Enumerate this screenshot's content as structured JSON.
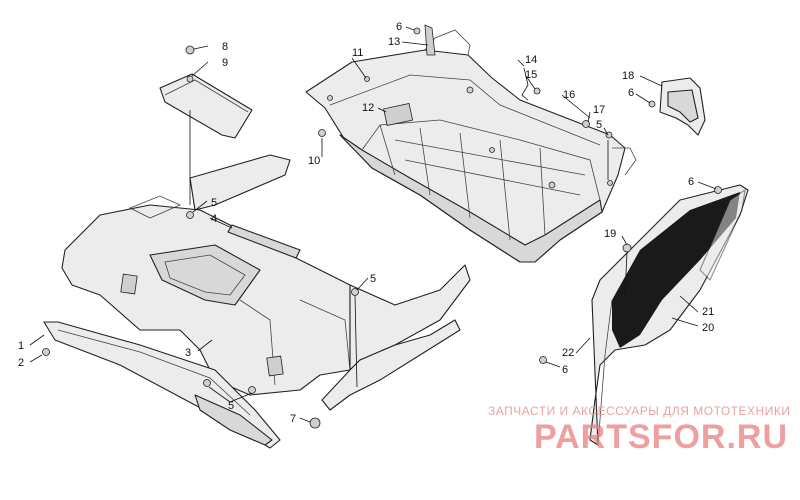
{
  "callouts": [
    {
      "id": "c1",
      "text": "1"
    },
    {
      "id": "c2",
      "text": "2"
    },
    {
      "id": "c3",
      "text": "3"
    },
    {
      "id": "c4",
      "text": "4"
    },
    {
      "id": "c5a",
      "text": "5"
    },
    {
      "id": "c5b",
      "text": "5"
    },
    {
      "id": "c5c",
      "text": "5"
    },
    {
      "id": "c5d",
      "text": "5"
    },
    {
      "id": "c6a",
      "text": "6"
    },
    {
      "id": "c6b",
      "text": "6"
    },
    {
      "id": "c6c",
      "text": "6"
    },
    {
      "id": "c6d",
      "text": "6"
    },
    {
      "id": "c7",
      "text": "7"
    },
    {
      "id": "c8",
      "text": "8"
    },
    {
      "id": "c9",
      "text": "9"
    },
    {
      "id": "c10",
      "text": "10"
    },
    {
      "id": "c11",
      "text": "11"
    },
    {
      "id": "c12",
      "text": "12"
    },
    {
      "id": "c13",
      "text": "13"
    },
    {
      "id": "c14",
      "text": "14"
    },
    {
      "id": "c15",
      "text": "15"
    },
    {
      "id": "c16",
      "text": "16"
    },
    {
      "id": "c17",
      "text": "17"
    },
    {
      "id": "c18",
      "text": "18"
    },
    {
      "id": "c19",
      "text": "19"
    },
    {
      "id": "c20",
      "text": "20"
    },
    {
      "id": "c21",
      "text": "21"
    },
    {
      "id": "c22",
      "text": "22"
    }
  ],
  "watermark": {
    "tagline": "ЗАПЧАСТИ И АКСЕССУАРЫ ДЛЯ МОТОТЕХНИКИ",
    "logo": "PARTSFOR.RU"
  }
}
